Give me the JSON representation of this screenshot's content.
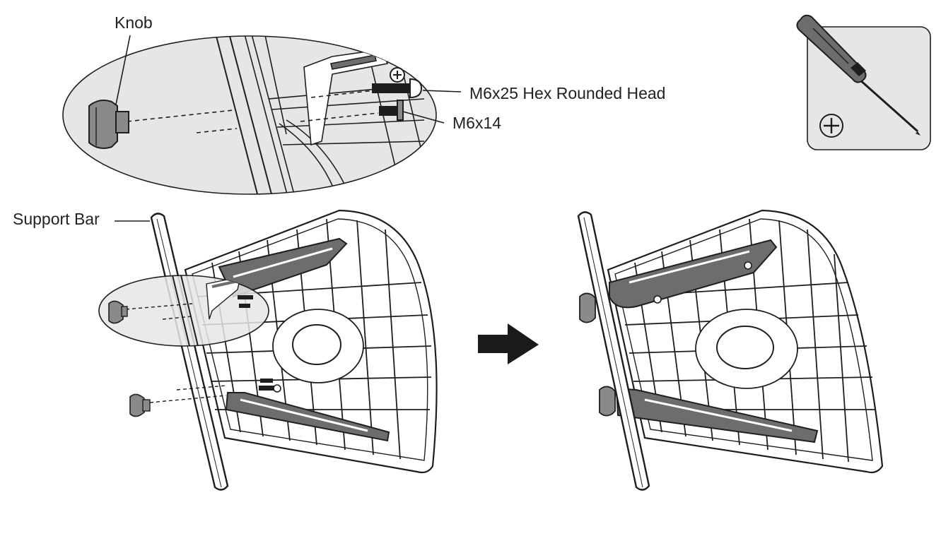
{
  "labels": {
    "knob": "Knob",
    "bolt_long": "M6x25 Hex Rounded Head",
    "bolt_short": "M6x14",
    "support_bar": "Support Bar"
  },
  "tool": {
    "icon": "phillips-screwdriver-icon",
    "symbol": "⊕"
  },
  "colors": {
    "line": "#1e1e1e",
    "callout_fill": "#e6e6e6",
    "bracket_fill": "#6d6d6d",
    "knob_fill": "#8a8a8a",
    "tool_box_fill": "#e6e6e6",
    "arrow": "#1a1a1a"
  }
}
